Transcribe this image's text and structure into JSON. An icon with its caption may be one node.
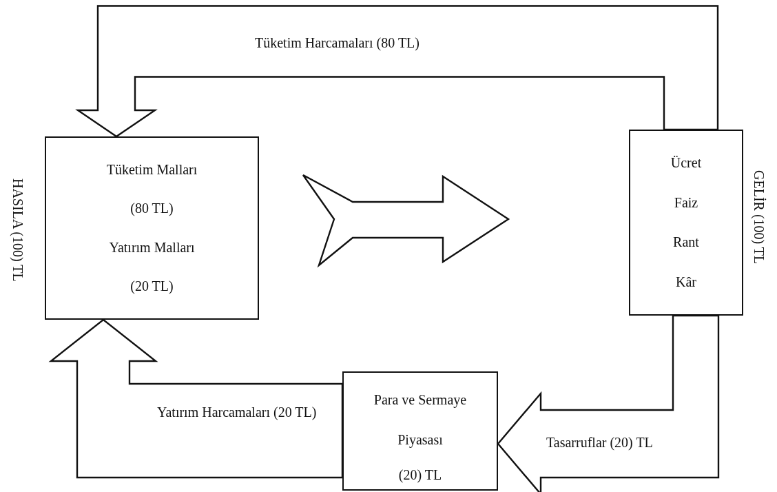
{
  "diagram": {
    "nodes": [
      {
        "text": [
          "Tüketim Malları",
          "(80 TL)",
          "Yatırım Malları",
          "(20 TL)"
        ],
        "beside": [
          "HASILA (100) TL"
        ]
      },
      {
        "text": [
          "Ücret",
          "Faiz",
          "Rant",
          "Kâr"
        ],
        "beside": [
          "GELİR (100) TL"
        ]
      },
      {
        "text": [
          "Para ve Sermaye Piyasası",
          "(20) TL"
        ]
      }
    ],
    "edges": [
      {
        "from": 1,
        "to": 0,
        "arrow": "to",
        "label": "Tüketim Harcamaları (80 TL)",
        "style": "thick"
      },
      {
        "from": 0,
        "to": 1,
        "arrow": "to",
        "style": "thick"
      },
      {
        "from": 1,
        "to": 2,
        "arrow": "to",
        "label": "Tasarruflar (20) TL",
        "style": "thick"
      },
      {
        "from": 2,
        "to": 0,
        "arrow": "to",
        "label": "Yatırım Harcamaları (20 TL)",
        "style": "thick"
      }
    ]
  }
}
